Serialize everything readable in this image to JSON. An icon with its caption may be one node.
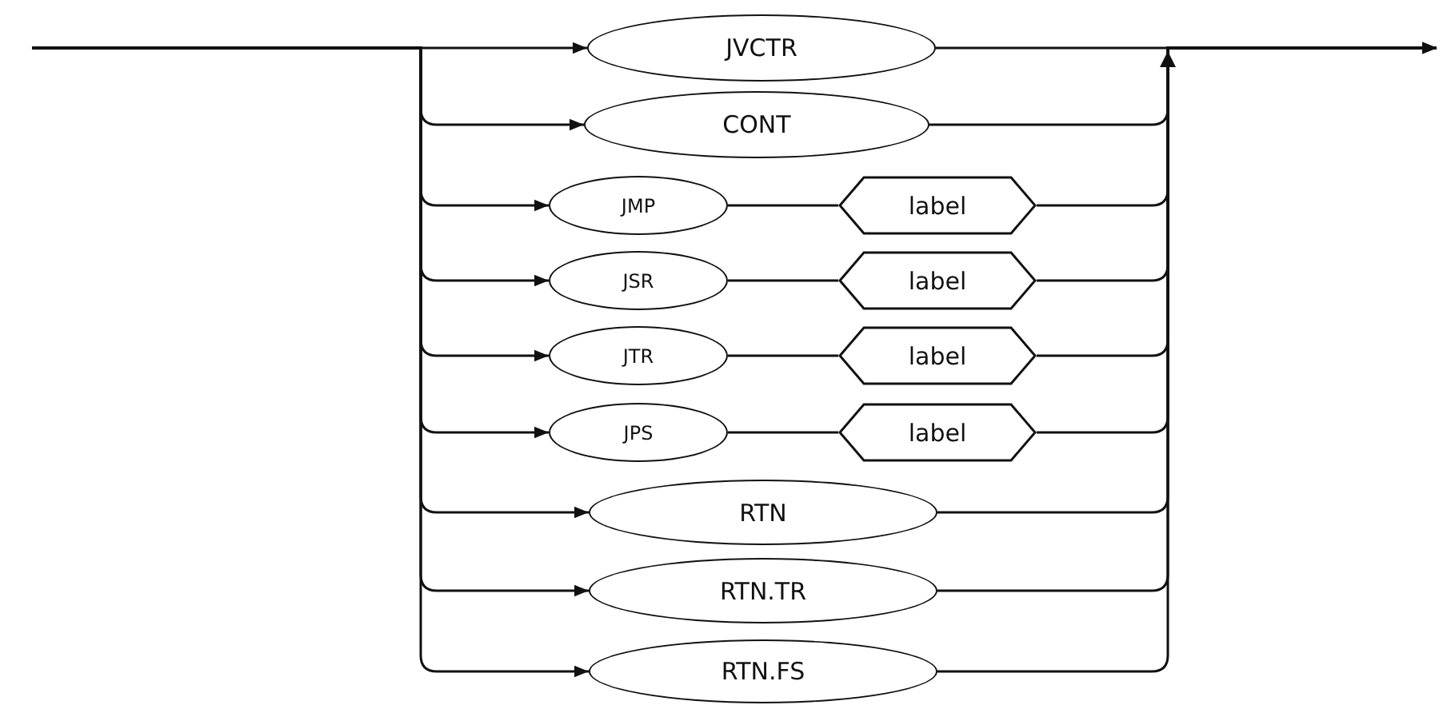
{
  "diagram": {
    "nodes": [
      {
        "text": [
          "JVCTR"
        ]
      },
      {
        "text": [
          "CONT"
        ]
      },
      {
        "text": [
          "JMP"
        ]
      },
      {
        "text": [
          "label"
        ]
      },
      {
        "text": [
          "JSR"
        ]
      },
      {
        "text": [
          "label"
        ]
      },
      {
        "text": [
          "JTR"
        ]
      },
      {
        "text": [
          "label"
        ]
      },
      {
        "text": [
          "JPS"
        ]
      },
      {
        "text": [
          "label"
        ]
      },
      {
        "text": [
          "RTN"
        ]
      },
      {
        "text": [
          "RTN.TR"
        ]
      },
      {
        "text": [
          "RTN.FS"
        ]
      }
    ],
    "edges": [
      {
        "from": null,
        "to": 0,
        "arrow": "to"
      },
      {
        "from": null,
        "to": 1,
        "arrow": "to"
      },
      {
        "from": null,
        "to": 2,
        "arrow": "to"
      },
      {
        "from": null,
        "to": 4,
        "arrow": "to"
      },
      {
        "from": null,
        "to": 6,
        "arrow": "to"
      },
      {
        "from": null,
        "to": 8,
        "arrow": "to"
      },
      {
        "from": null,
        "to": 10,
        "arrow": "to"
      },
      {
        "from": null,
        "to": 11,
        "arrow": "to"
      },
      {
        "from": null,
        "to": 12,
        "arrow": "to"
      },
      {
        "from": 2,
        "to": 3,
        "arrow": "none"
      },
      {
        "from": 4,
        "to": 5,
        "arrow": "none"
      },
      {
        "from": 6,
        "to": 7,
        "arrow": "none"
      },
      {
        "from": 8,
        "to": 9,
        "arrow": "none"
      },
      {
        "from": 0,
        "to": null,
        "arrow": "to"
      },
      {
        "from": 1,
        "to": null,
        "arrow": "to"
      },
      {
        "from": 3,
        "to": null,
        "arrow": "to"
      },
      {
        "from": 5,
        "to": null,
        "arrow": "to"
      },
      {
        "from": 7,
        "to": null,
        "arrow": "to"
      },
      {
        "from": 9,
        "to": null,
        "arrow": "to"
      },
      {
        "from": 10,
        "to": null,
        "arrow": "to"
      },
      {
        "from": 11,
        "to": null,
        "arrow": "to"
      },
      {
        "from": 12,
        "to": null,
        "arrow": "to"
      }
    ]
  }
}
